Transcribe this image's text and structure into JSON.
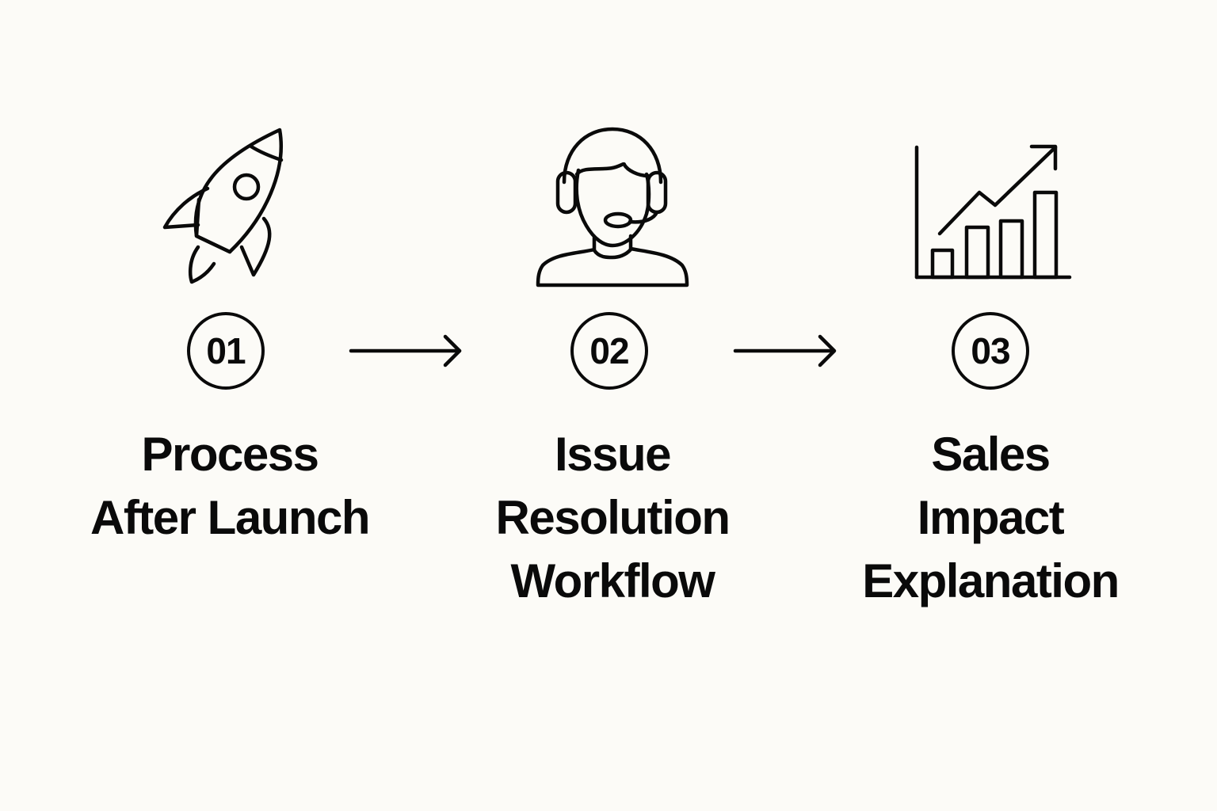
{
  "steps": [
    {
      "number": "01",
      "icon": "rocket-icon",
      "title_lines": [
        "Process",
        "After Launch"
      ]
    },
    {
      "number": "02",
      "icon": "customer-support-headset-icon",
      "title_lines": [
        "Issue",
        "Resolution",
        "Workflow"
      ]
    },
    {
      "number": "03",
      "icon": "growth-bar-chart-icon",
      "title_lines": [
        "Sales",
        "Impact",
        "Explanation"
      ]
    }
  ],
  "connectors": [
    "arrow-right-icon",
    "arrow-right-icon"
  ],
  "colors": {
    "background": "#fcfbf7",
    "ink": "#0a0a0a"
  }
}
